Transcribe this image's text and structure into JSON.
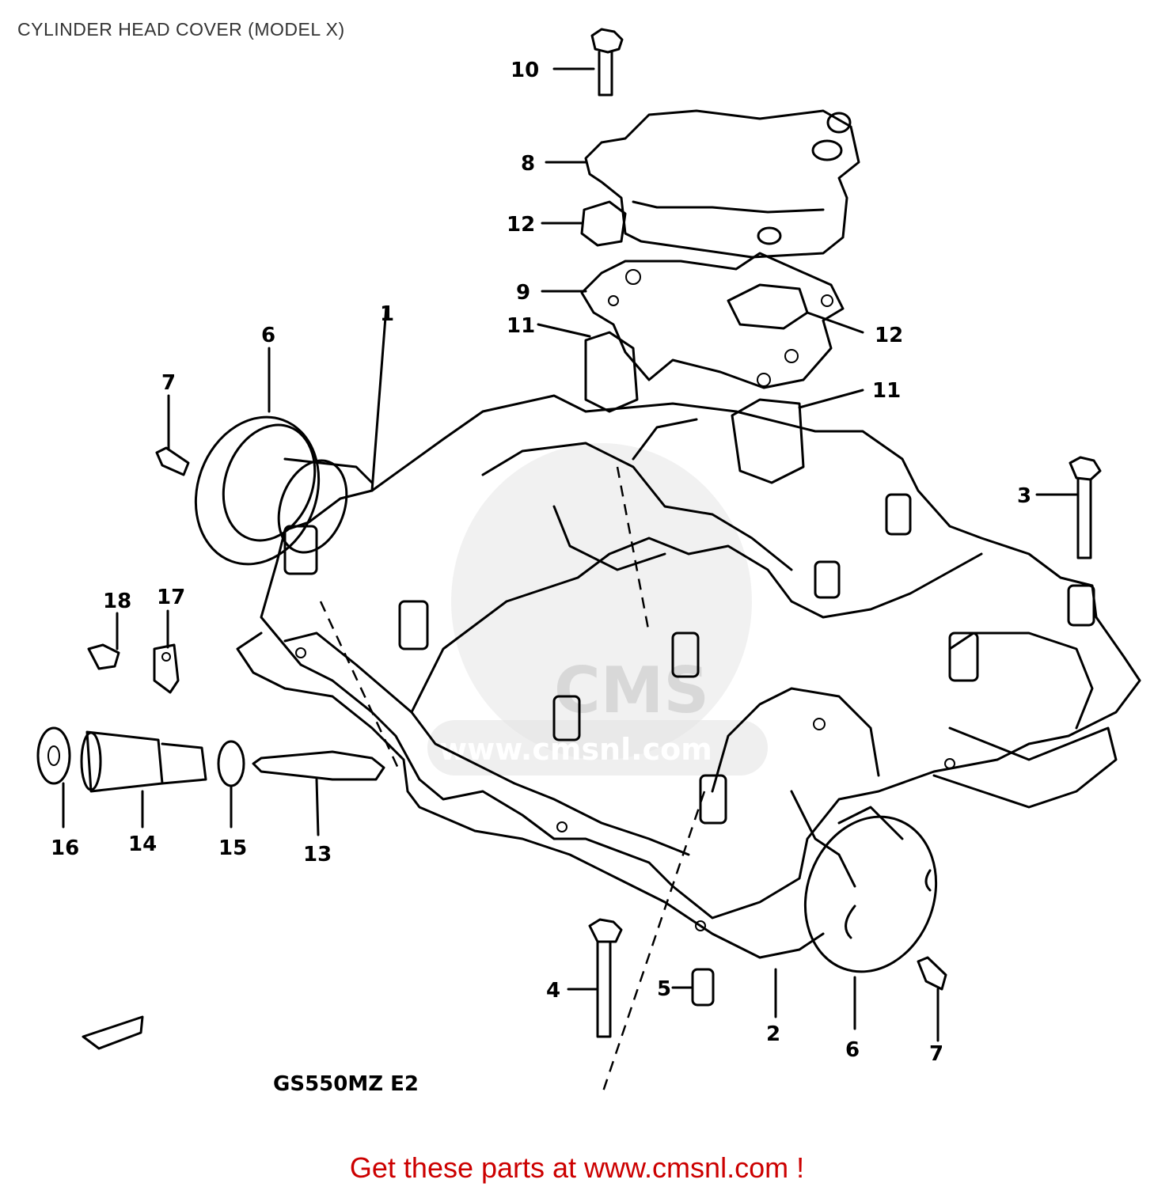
{
  "title": "CYLINDER HEAD COVER (MODEL X)",
  "model_code": "GS550MZ E2",
  "footer": "Get these parts at www.cmsnl.com !",
  "watermark": "CMS",
  "watermark_url": "www.cmsnl.com",
  "callouts": [
    {
      "id": "c10",
      "label": "10"
    },
    {
      "id": "c8",
      "label": "8"
    },
    {
      "id": "c12a",
      "label": "12"
    },
    {
      "id": "c9",
      "label": "9"
    },
    {
      "id": "c11a",
      "label": "11"
    },
    {
      "id": "c1",
      "label": "1"
    },
    {
      "id": "c12b",
      "label": "12"
    },
    {
      "id": "c11b",
      "label": "11"
    },
    {
      "id": "c6a",
      "label": "6"
    },
    {
      "id": "c7a",
      "label": "7"
    },
    {
      "id": "c3",
      "label": "3"
    },
    {
      "id": "c18",
      "label": "18"
    },
    {
      "id": "c17",
      "label": "17"
    },
    {
      "id": "c16",
      "label": "16"
    },
    {
      "id": "c14",
      "label": "14"
    },
    {
      "id": "c15",
      "label": "15"
    },
    {
      "id": "c13",
      "label": "13"
    },
    {
      "id": "c4",
      "label": "4"
    },
    {
      "id": "c5",
      "label": "5"
    },
    {
      "id": "c2",
      "label": "2"
    },
    {
      "id": "c6b",
      "label": "6"
    },
    {
      "id": "c7b",
      "label": "7"
    }
  ],
  "colors": {
    "footer": "#cc0000",
    "title": "#333333",
    "line": "#000000",
    "watermark": "#e4e4e4"
  }
}
